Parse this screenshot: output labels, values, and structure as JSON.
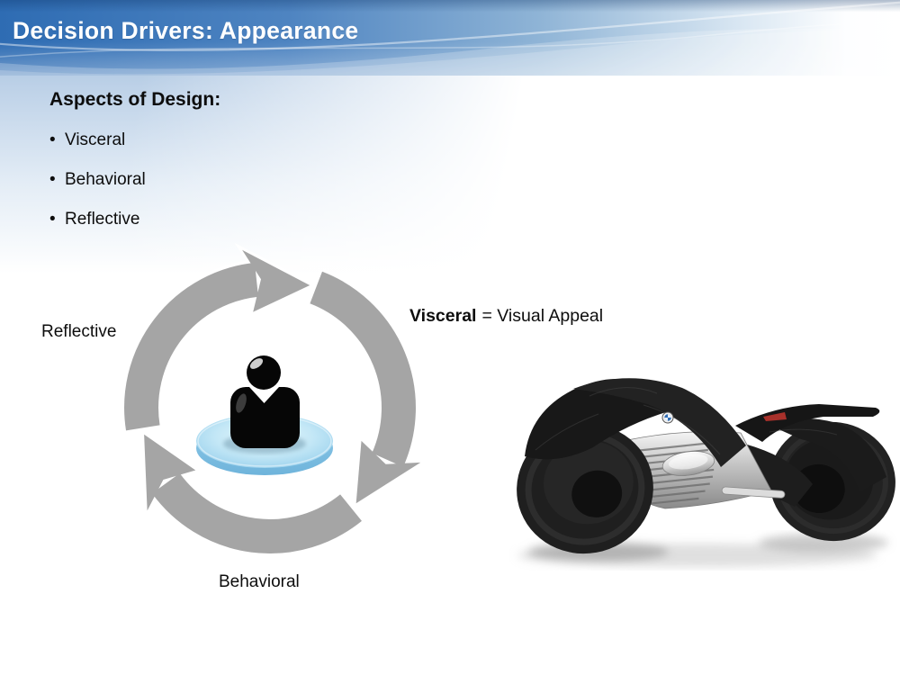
{
  "slide": {
    "title": "Decision Drivers: Appearance",
    "content": {
      "heading": "Aspects of Design:",
      "bullets": [
        "Visceral",
        "Behavioral",
        "Reflective"
      ]
    },
    "annotation": {
      "term": "Visceral",
      "rest": "= Visual Appeal"
    },
    "diagram": {
      "label_left": "Reflective",
      "label_bottom": "Behavioral",
      "center_icon": "person-on-pedestal",
      "arrow_color": "#a5a5a5",
      "pedestal_color": "#a9dcf2"
    },
    "image_description": "Black futuristic concept motorcycle, three-quarter side view",
    "colors": {
      "header_blue": "#2e6cb3",
      "title_text": "#ffffff",
      "body_text": "#111111"
    }
  }
}
